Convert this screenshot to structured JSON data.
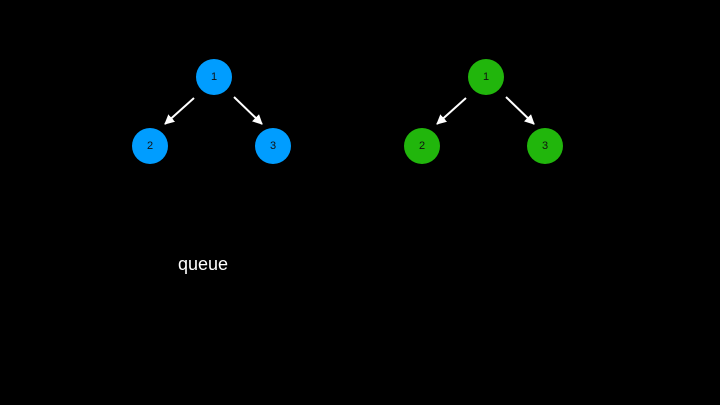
{
  "colors": {
    "background": "#000000",
    "edge": "#ffffff",
    "node_text": "#111111"
  },
  "trees": [
    {
      "color": "#009dff",
      "nodes": [
        {
          "id": "t1-n1",
          "label": "1"
        },
        {
          "id": "t1-n2",
          "label": "2"
        },
        {
          "id": "t1-n3",
          "label": "3"
        }
      ],
      "edges": [
        {
          "from": "1",
          "to": "2"
        },
        {
          "from": "1",
          "to": "3"
        }
      ]
    },
    {
      "color": "#21b60c",
      "nodes": [
        {
          "id": "t2-n1",
          "label": "1"
        },
        {
          "id": "t2-n2",
          "label": "2"
        },
        {
          "id": "t2-n3",
          "label": "3"
        }
      ],
      "edges": [
        {
          "from": "1",
          "to": "2"
        },
        {
          "from": "1",
          "to": "3"
        }
      ]
    }
  ],
  "caption": "queue"
}
